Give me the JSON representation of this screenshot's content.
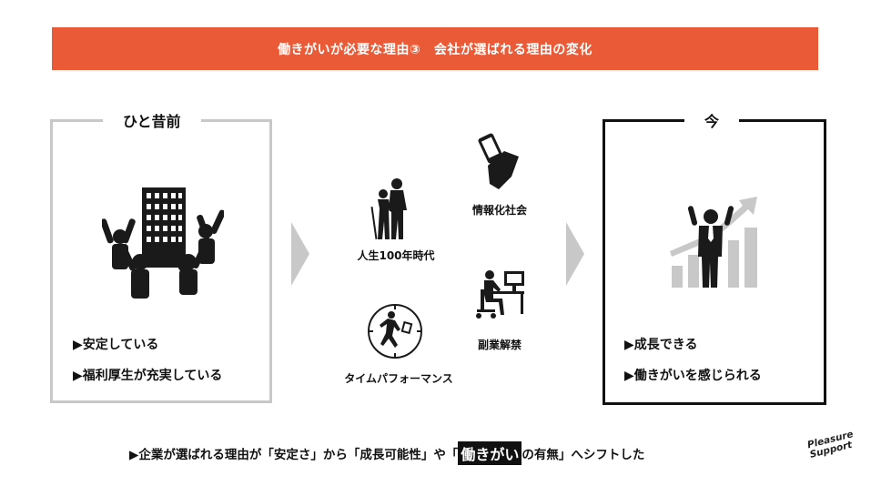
{
  "header": {
    "title": "働きがいが必要な理由③　会社が選ばれる理由の変化"
  },
  "left_panel": {
    "title": "ひと昔前",
    "bullets": [
      "▶安定している",
      "▶福利厚生が充実している"
    ]
  },
  "middle": {
    "items": [
      {
        "label": "人生100年時代",
        "icon": "elderly-couple-icon"
      },
      {
        "label": "情報化社会",
        "icon": "smartphone-hand-icon"
      },
      {
        "label": "タイムパフォーマンス",
        "icon": "clock-runner-icon"
      },
      {
        "label": "副業解禁",
        "icon": "desk-worker-icon"
      }
    ]
  },
  "right_panel": {
    "title": "今",
    "bullets": [
      "▶成長できる",
      "▶働きがいを感じられる"
    ]
  },
  "conclusion": {
    "prefix": "▶企業が選ばれる理由が「安定さ」から「成長可能性」や「",
    "highlight": "働きがい",
    "suffix": "の有無」へシフトした"
  },
  "logo": {
    "line1": "Pleasure",
    "line2": "Support"
  },
  "colors": {
    "accent": "#ea5a36",
    "old_border": "#c8c8c8",
    "new_border": "#111111",
    "arrow": "#c8c8c8"
  }
}
